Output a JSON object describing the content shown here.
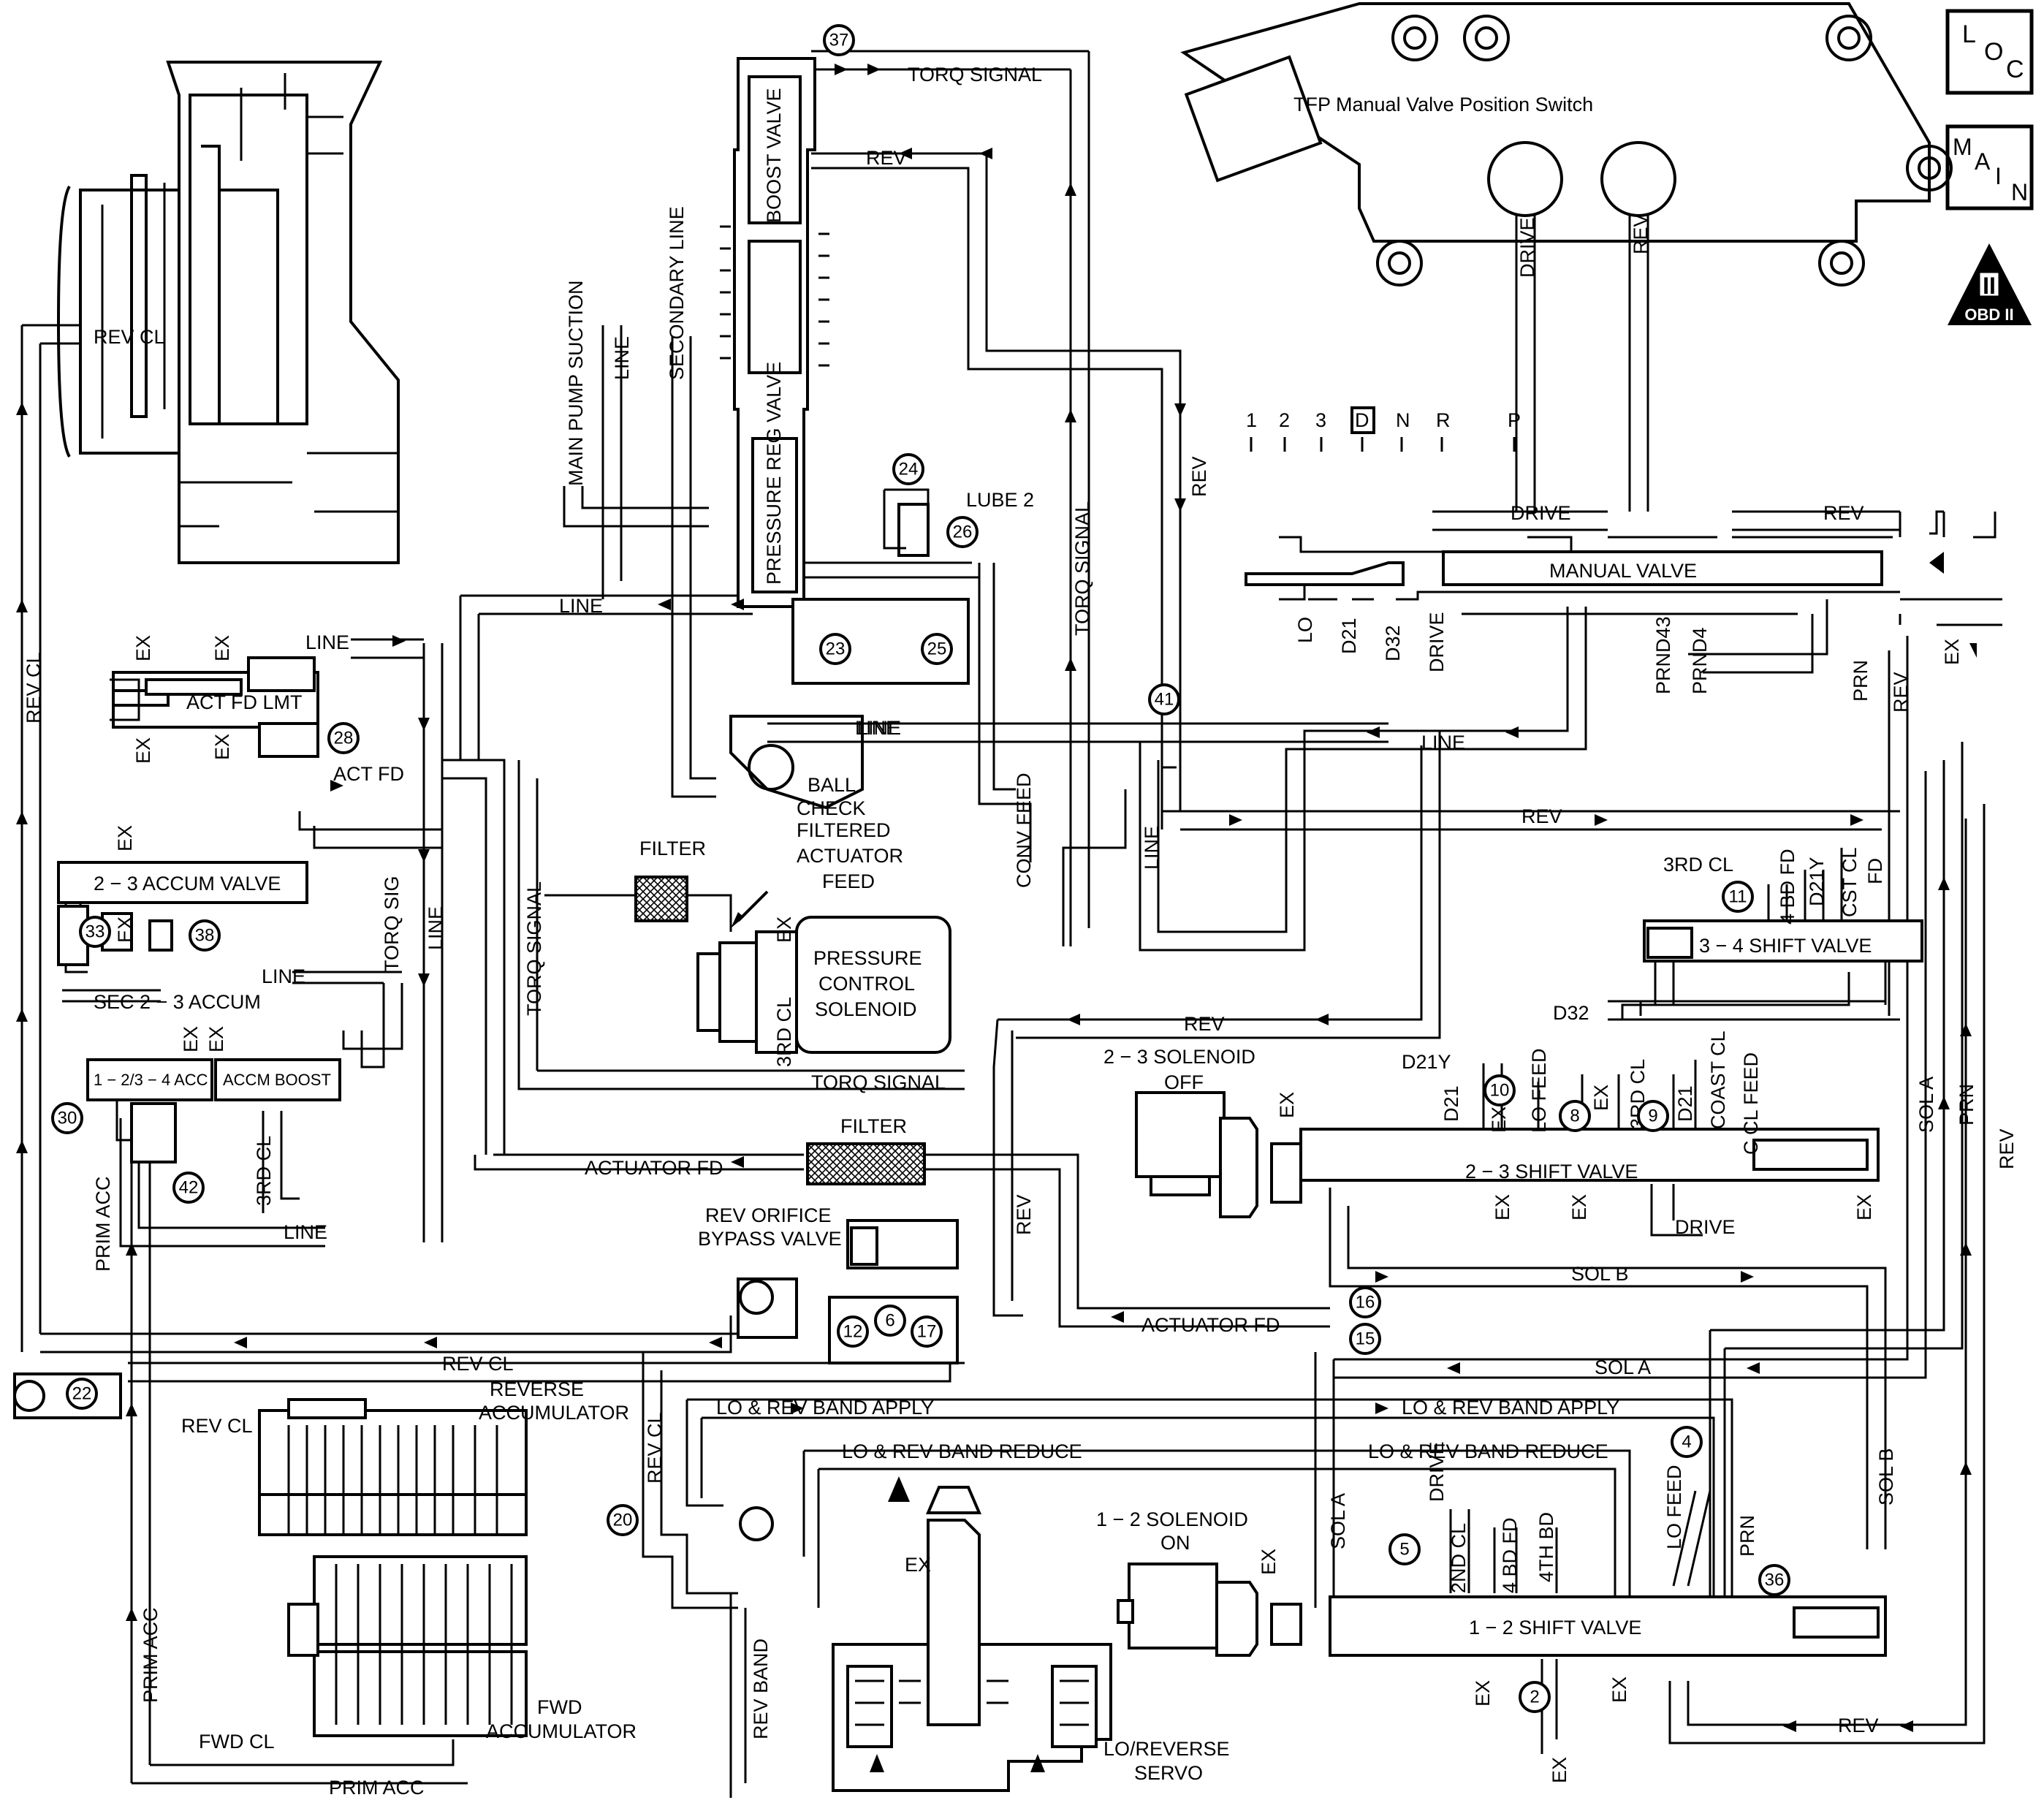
{
  "badges": {
    "loc": [
      "L",
      "O",
      "C"
    ],
    "main": [
      "M",
      "A",
      "I",
      "N"
    ],
    "obd": {
      "numeral": "II",
      "caption": "OBD II"
    }
  },
  "switch": {
    "title": "TFP Manual Valve Position Switch",
    "drive": "DRIVE",
    "rev": "REV",
    "positions": [
      "1",
      "2",
      "3",
      "D",
      "N",
      "R",
      "P"
    ]
  },
  "valves": {
    "boost": "BOOST VALVE",
    "pressure_reg": "PRESSURE REG VALVE",
    "manual": "MANUAL VALVE",
    "act_fd_lmt": "ACT FD LMT",
    "accum_23": "2 − 3 ACCUM VALVE",
    "acc_1234": "1 − 2/3 − 4 ACC",
    "accm_boost": "ACCM BOOST",
    "shift_34": "3 − 4 SHIFT VALVE",
    "shift_23": "2 − 3 SHIFT VALVE",
    "shift_12": "1 − 2 SHIFT VALVE",
    "rev_orifice": [
      "REV ORIFICE",
      "BYPASS VALVE"
    ],
    "ball_check": [
      "BALL",
      "CHECK"
    ],
    "pcs": [
      "PRESSURE",
      "CONTROL",
      "SOLENOID"
    ],
    "filtered_feed": [
      "FILTERED",
      "ACTUATOR",
      "FEED"
    ],
    "filter": "FILTER",
    "sol23": [
      "2 − 3 SOLENOID",
      "OFF"
    ],
    "sol12": [
      "1 − 2 SOLENOID",
      "ON"
    ],
    "rev_accum": [
      "REVERSE",
      "ACCUMULATOR"
    ],
    "fwd_accum": [
      "FWD",
      "ACCUMULATOR"
    ],
    "servo": [
      "LO/REVERSE",
      "SERVO"
    ]
  },
  "horizontal_labels": [
    "TORQ SIGNAL",
    "REV",
    "LUBE 2",
    "LINE",
    "LINE",
    "ACT FD",
    "LINE",
    "DRIVE",
    "REV",
    "REV CL",
    "LINE",
    "REV",
    "LINE",
    "SEC 2 − 3 ACCUM",
    "LINE",
    "REV",
    "TORQ SIGNAL",
    "ACTUATOR FD",
    "ACTUATOR FD",
    "SOL B",
    "SOL A",
    "REV CL",
    "LO & REV BAND APPLY",
    "LO & REV BAND APPLY",
    "LO & REV BAND REDUCE",
    "LO & REV BAND REDUCE",
    "REV CL",
    "REV",
    "FWD CL",
    "PRIM ACC",
    "EX",
    "3RD CL",
    "D32",
    "D21Y",
    "LINE"
  ],
  "vertical_labels": [
    "MAIN PUMP SUCTION",
    "LINE",
    "SECONDARY LINE",
    "TORQ SIGNAL",
    "REV",
    "CONV FEED",
    "LINE",
    "TORQ SIGNAL",
    "TORQ SIG",
    "LINE",
    "REV CL",
    "PRIM ACC",
    "PRIM ACC",
    "3RD CL",
    "REV",
    "REV CL",
    "REV BAND",
    "LO",
    "D21",
    "D32",
    "DRIVE",
    "PRND43",
    "PRND4",
    "PRN",
    "REV",
    "EX",
    "SOL A",
    "PRN",
    "REV",
    "PRN",
    "SOL B",
    "SOL A",
    "4 BD FD",
    "D21Y",
    "CST CL",
    "FD",
    "D21",
    "EX",
    "LO FEED",
    "EX",
    "3RD CL",
    "D21",
    "COAST CL",
    "C CL FEED",
    "EX",
    "EX",
    "EX",
    "EX",
    "DRIVE",
    "2ND CL",
    "4 BD FD",
    "4TH BD",
    "LO FEED",
    "EX",
    "EX",
    "EX",
    "EX",
    "EX",
    "EX",
    "EX",
    "EX",
    "EX",
    "EX",
    "EX",
    "EX",
    "EX",
    "3RD CL"
  ],
  "circle_numbers": [
    "37",
    "24",
    "26",
    "23",
    "25",
    "41",
    "28",
    "33",
    "38",
    "30",
    "42",
    "11",
    "10",
    "8",
    "9",
    "16",
    "15",
    "12",
    "6",
    "17",
    "22",
    "20",
    "4",
    "5",
    "36",
    "2"
  ]
}
